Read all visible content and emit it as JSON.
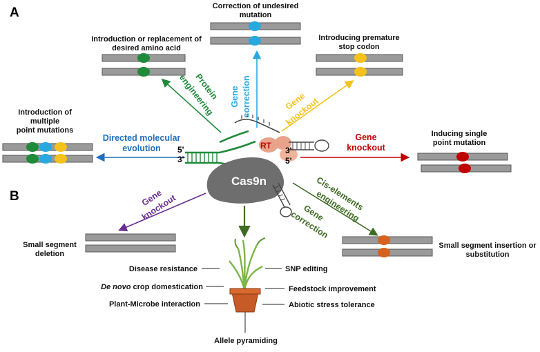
{
  "panels": {
    "a": "A",
    "b": "B"
  },
  "enzyme": {
    "cas": "Cas9n",
    "rt": "RT",
    "end5_left": "5'",
    "end3_left": "3'",
    "end3_right": "3'",
    "end5_right": "5'"
  },
  "outcomes": {
    "correction": [
      "Correction of undesired",
      "mutation"
    ],
    "replacement": [
      "Introduction or replacement of",
      "desired amino acid"
    ],
    "stop_codon": [
      "Introducing premature",
      "stop codon"
    ],
    "multiple": [
      "Introduction of",
      "multiple",
      "point mutations"
    ],
    "single": [
      "Inducing single",
      "point mutation"
    ],
    "deletion": [
      "Small segment",
      "deletion"
    ],
    "insertion": [
      "Small segment insertion or",
      "substitution"
    ]
  },
  "arrows": {
    "protein_engineering": [
      "Protein",
      "engineering"
    ],
    "gene_correction_top": [
      "Gene",
      "correction"
    ],
    "gene_knockout_yellow": [
      "Gene",
      "knockout"
    ],
    "directed_evolution": [
      "Directed molecular",
      "evolution"
    ],
    "gene_knockout_red": [
      "Gene",
      "knockout"
    ],
    "gene_knockout_purple": [
      "Gene",
      "knockout"
    ],
    "cis_elements": [
      "Cis-elements",
      "engineering"
    ],
    "gene_correction_green": [
      "Gene",
      "correction"
    ]
  },
  "traits": {
    "disease": "Disease resistance",
    "de_novo_em": "De novo",
    "de_novo_rest": " crop domestication",
    "microbe": "Plant-Microbe interaction",
    "snp": "SNP editing",
    "feedstock": "Feedstock improvement",
    "abiotic": "Abiotic stress tolerance",
    "allele": "Allele pyramiding"
  },
  "colors": {
    "green": "#1f8a3a",
    "blue": "#29a8e0",
    "yellow": "#f5c21b",
    "red": "#c00000",
    "purple": "#6a2c91",
    "dark_green": "#3e6b22",
    "orange": "#d5631f",
    "evolution_blue": "#1f6fbf"
  }
}
